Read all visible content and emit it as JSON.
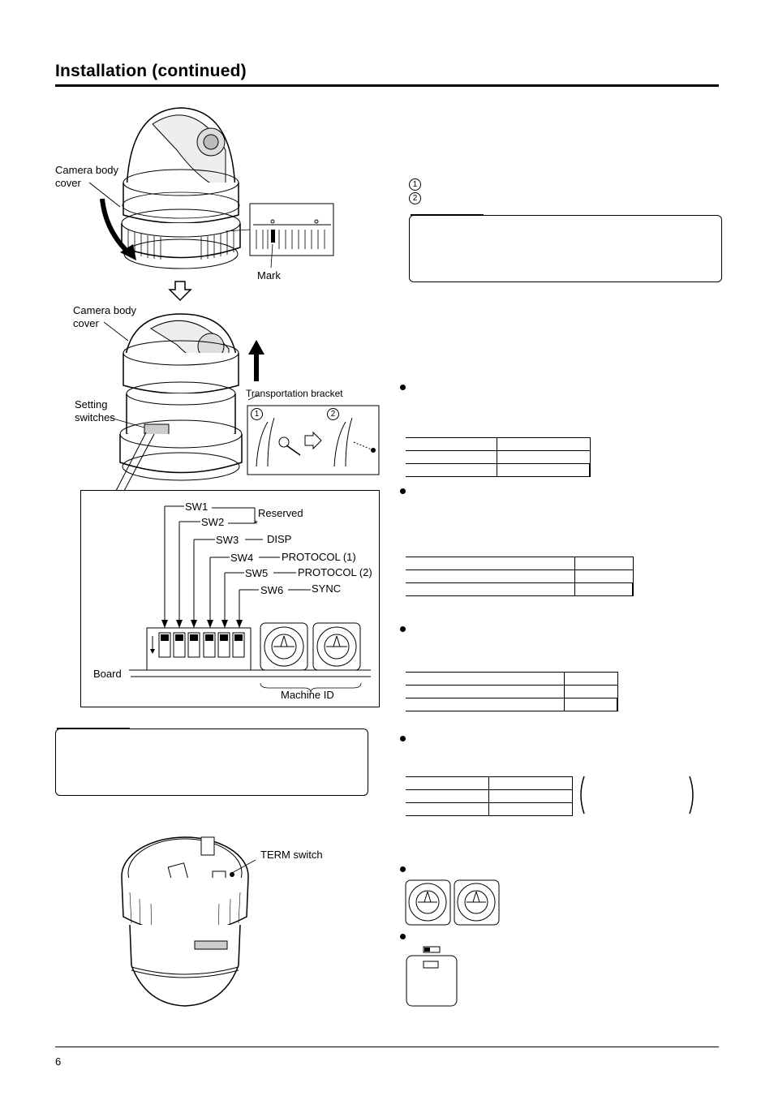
{
  "page": {
    "title": "Installation (continued)",
    "page_number": "6"
  },
  "figure_top": {
    "camera_body_cover_1": "Camera body\ncover",
    "mark": "Mark",
    "camera_body_cover_2": "Camera body\ncover",
    "transportation_bracket": "Transportation bracket",
    "setting_switches": "Setting\nswitches",
    "step1": "1",
    "step2": "2"
  },
  "switch_panel": {
    "sw1": "SW1",
    "sw2": "SW2",
    "sw3": "SW3",
    "sw4": "SW4",
    "sw5": "SW5",
    "sw6": "SW6",
    "reserved": "Reserved",
    "asterisk": "*",
    "disp": "DISP",
    "protocol1": "PROTOCOL (1)",
    "protocol2": "PROTOCOL (2)",
    "sync": "SYNC",
    "board": "Board",
    "machine_id": "Machine ID"
  },
  "figure_bottom": {
    "term_switch": "TERM switch"
  },
  "right_col": {
    "step1": "1",
    "step2": "2"
  }
}
